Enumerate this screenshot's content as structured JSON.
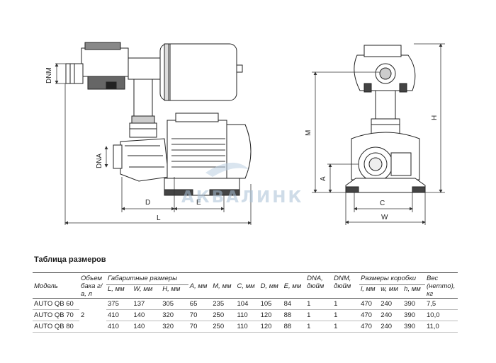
{
  "drawing": {
    "labels": {
      "dnm": "DNM",
      "dna": "DNA",
      "d": "D",
      "e": "E",
      "l": "L",
      "m": "M",
      "a": "A",
      "h": "H",
      "c": "C",
      "w": "W"
    },
    "watermark": "АКВАЛИНК"
  },
  "table": {
    "title": "Таблица размеров",
    "headers": {
      "model": "Модель",
      "tank": "Объем бака г/а, л",
      "gabarit": "Габаритные размеры",
      "l": "L, мм",
      "w": "W, мм",
      "h": "H, мм",
      "a": "A, мм",
      "m": "M, мм",
      "c": "C, мм",
      "d": "D, мм",
      "e": "E, мм",
      "dna": "DNA, дюйм",
      "dnm": "DNM, дюйм",
      "box": "Размеры коробки",
      "box_l": "l, мм",
      "box_w": "w, мм",
      "box_h": "h, мм",
      "weight": "Вес (нетто), кг"
    },
    "tank_value": "2",
    "rows": [
      {
        "model": "AUTO QB 60",
        "l": "375",
        "w": "137",
        "h": "305",
        "a": "65",
        "m": "235",
        "c": "104",
        "d": "105",
        "e": "84",
        "dna": "1",
        "dnm": "1",
        "bl": "470",
        "bw": "240",
        "bh": "390",
        "weight": "7,5"
      },
      {
        "model": "AUTO QB 70",
        "l": "410",
        "w": "140",
        "h": "320",
        "a": "70",
        "m": "250",
        "c": "110",
        "d": "120",
        "e": "88",
        "dna": "1",
        "dnm": "1",
        "bl": "470",
        "bw": "240",
        "bh": "390",
        "weight": "10,0"
      },
      {
        "model": "AUTO QB 80",
        "l": "410",
        "w": "140",
        "h": "320",
        "a": "70",
        "m": "250",
        "c": "110",
        "d": "120",
        "e": "88",
        "dna": "1",
        "dnm": "1",
        "bl": "470",
        "bw": "240",
        "bh": "390",
        "weight": "11,0"
      }
    ]
  }
}
